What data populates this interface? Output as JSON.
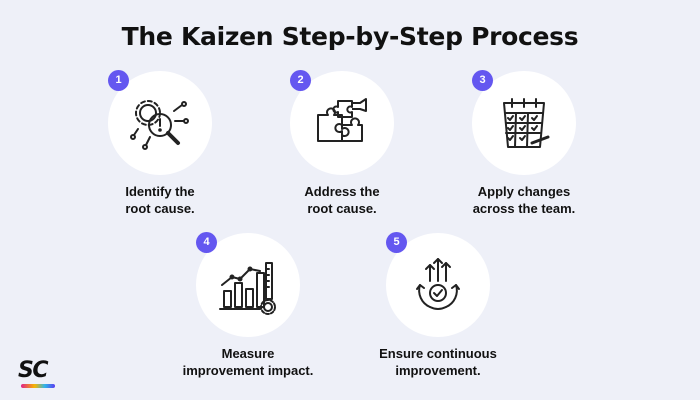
{
  "title": "The Kaizen Step-by-Step Process",
  "steps": [
    {
      "number": "1",
      "line1": "Identify the",
      "line2": "root cause.",
      "icon": "gear-magnifier-icon"
    },
    {
      "number": "2",
      "line1": "Address the",
      "line2": "root cause.",
      "icon": "puzzle-hand-icon"
    },
    {
      "number": "3",
      "line1": "Apply changes",
      "line2": "across the team.",
      "icon": "checklist-calendar-icon"
    },
    {
      "number": "4",
      "line1": "Measure",
      "line2": "improvement impact.",
      "icon": "bar-chart-gear-icon"
    },
    {
      "number": "5",
      "line1": "Ensure continuous",
      "line2": "improvement.",
      "icon": "cycle-growth-icon"
    }
  ],
  "logo": {
    "text": "SC"
  },
  "colors": {
    "badge": "#6457f0",
    "background": "#eef0f8",
    "circle": "#ffffff"
  }
}
